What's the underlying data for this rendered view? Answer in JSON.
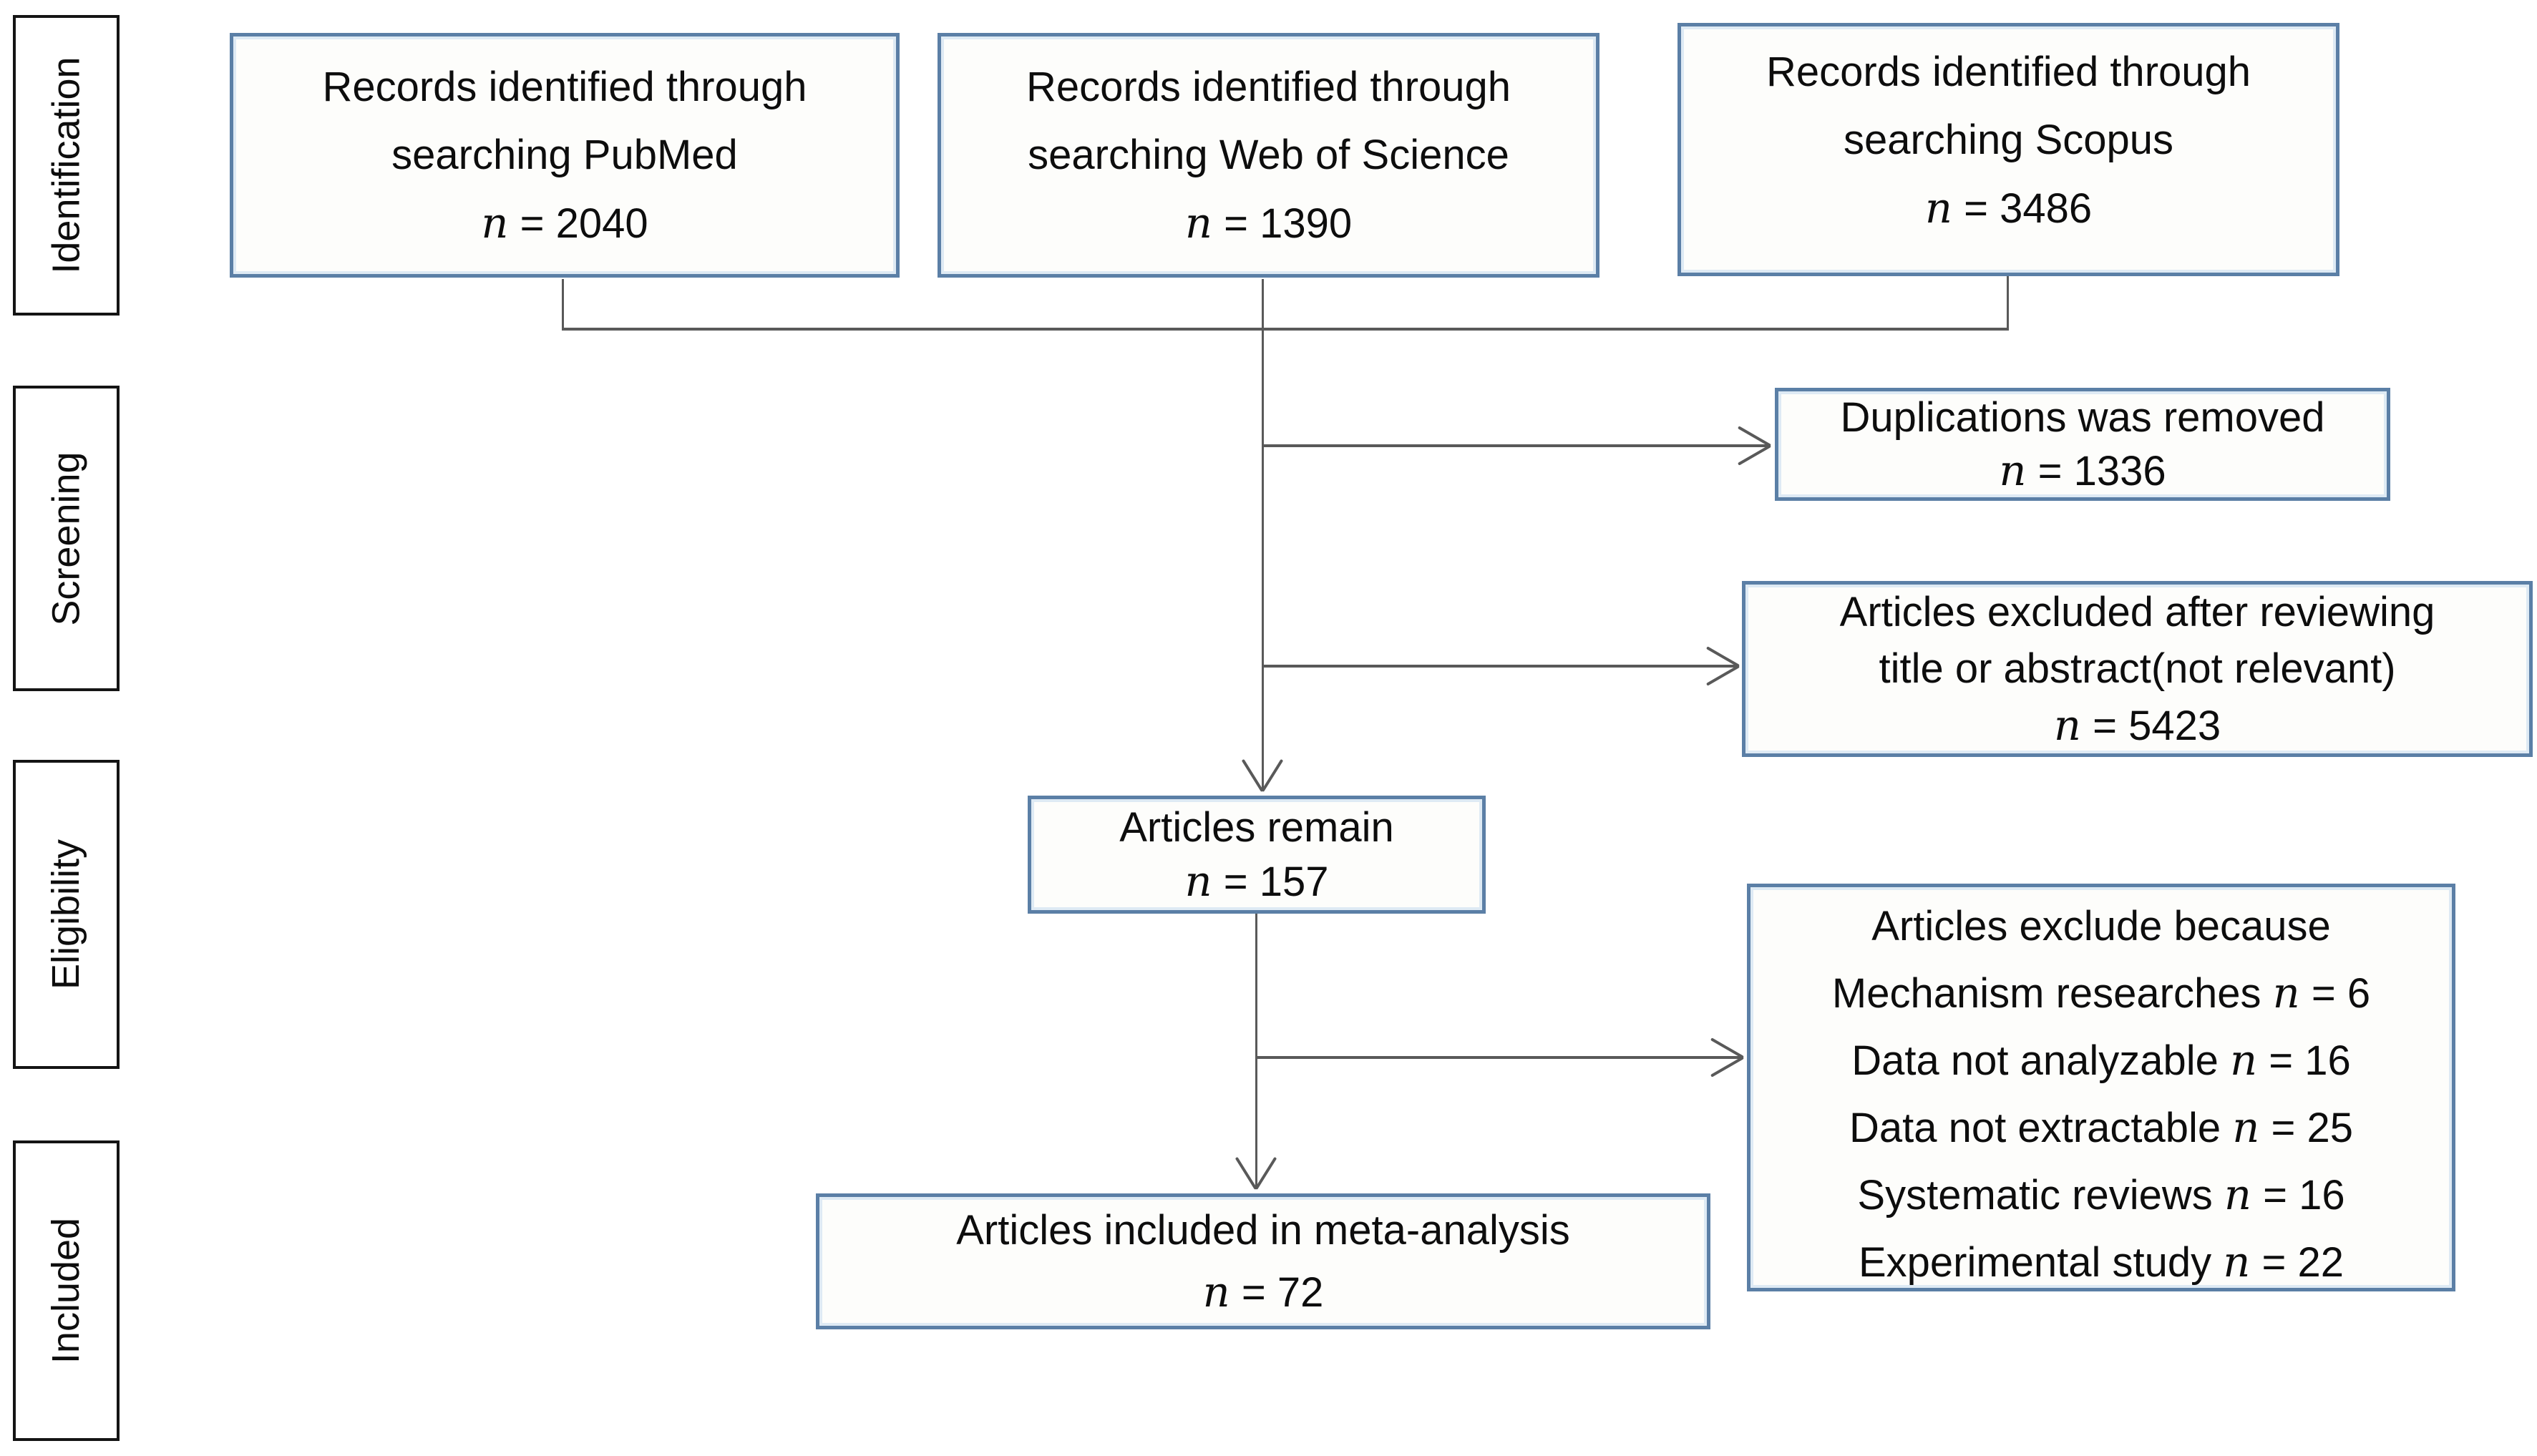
{
  "colors": {
    "box_border": "#5b7fa6",
    "box_fill": "#fdfdfb",
    "stage_border": "#141414",
    "line": "#595959",
    "text": "#0d0d0d"
  },
  "stages": [
    {
      "label": "Identification"
    },
    {
      "label": "Screening"
    },
    {
      "label": "Eligibility"
    },
    {
      "label": "Included"
    }
  ],
  "boxes": {
    "pubmed": {
      "line1": "Records identified through",
      "line2": "searching PubMed",
      "n": "n",
      "eq": " = 2040"
    },
    "wos": {
      "line1": "Records identified through",
      "line2": "searching Web of Science",
      "n": "n",
      "eq": " = 1390"
    },
    "scopus": {
      "line1": "Records identified through",
      "line2": "searching Scopus",
      "n": "n",
      "eq": " = 3486"
    },
    "duplications": {
      "line1": "Duplications was removed",
      "n": "n",
      "eq": " = 1336"
    },
    "title_abstract": {
      "line1": "Articles excluded after reviewing",
      "line2": "title or abstract(not relevant)",
      "n": "n",
      "eq": " = 5423"
    },
    "remain": {
      "line1": "Articles remain",
      "n": "n",
      "eq": " = 157"
    },
    "excluded_because": {
      "title": "Articles exclude because",
      "items": [
        {
          "prefix": "Mechanism researches ",
          "n": "n",
          "suffix": " = 6"
        },
        {
          "prefix": "Data not analyzable ",
          "n": "n",
          "suffix": " = 16"
        },
        {
          "prefix": "Data not extractable ",
          "n": "n",
          "suffix": " = 25"
        },
        {
          "prefix": "Systematic reviews ",
          "n": "n",
          "suffix": " = 16"
        },
        {
          "prefix": "Experimental study ",
          "n": "n",
          "suffix": " = 22"
        }
      ]
    },
    "included": {
      "line1": "Articles included in meta-analysis",
      "n": "n",
      "eq": " = 72"
    }
  }
}
